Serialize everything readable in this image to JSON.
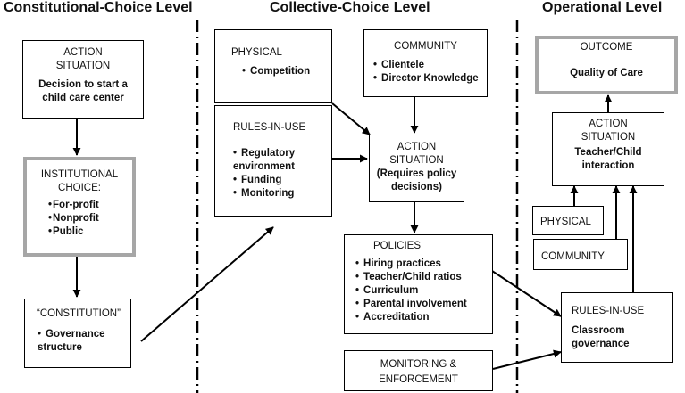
{
  "levels": {
    "constitutional": "Constitutional-Choice Level",
    "collective": "Collective-Choice Level",
    "operational": "Operational Level"
  },
  "constitutional": {
    "action_situation": {
      "title": "ACTION SITUATION",
      "body": "Decision to start a child care center"
    },
    "institutional_choice": {
      "title": "INSTITUTIONAL CHOICE:",
      "items": [
        "For-profit",
        "Nonprofit",
        "Public"
      ]
    },
    "constitution": {
      "title": "“CONSTITUTION”",
      "items": [
        "Governance structure"
      ]
    }
  },
  "collective": {
    "physical": {
      "title": "PHYSICAL",
      "items": [
        "Competition"
      ]
    },
    "community": {
      "title": "COMMUNITY",
      "items": [
        "Clientele",
        "Director Knowledge"
      ]
    },
    "rules_in_use": {
      "title": "RULES-IN-USE",
      "items": [
        "Regulatory environment",
        "Funding",
        "Monitoring"
      ]
    },
    "action_situation": {
      "title": "ACTION SITUATION",
      "body": "(Requires policy decisions)"
    },
    "policies": {
      "title": "POLICIES",
      "items": [
        "Hiring practices",
        "Teacher/Child ratios",
        "Curriculum",
        "Parental involvement",
        "Accreditation"
      ]
    },
    "monitoring": {
      "title": "MONITORING & ENFORCEMENT"
    }
  },
  "operational": {
    "outcome": {
      "title": "OUTCOME",
      "body": "Quality of Care"
    },
    "action_situation": {
      "title": "ACTION SITUATION",
      "body": "Teacher/Child interaction"
    },
    "physical": {
      "title": "PHYSICAL"
    },
    "community": {
      "title": "COMMUNITY"
    },
    "rules_in_use": {
      "title": "RULES-IN-USE",
      "body": "Classroom governance"
    }
  }
}
